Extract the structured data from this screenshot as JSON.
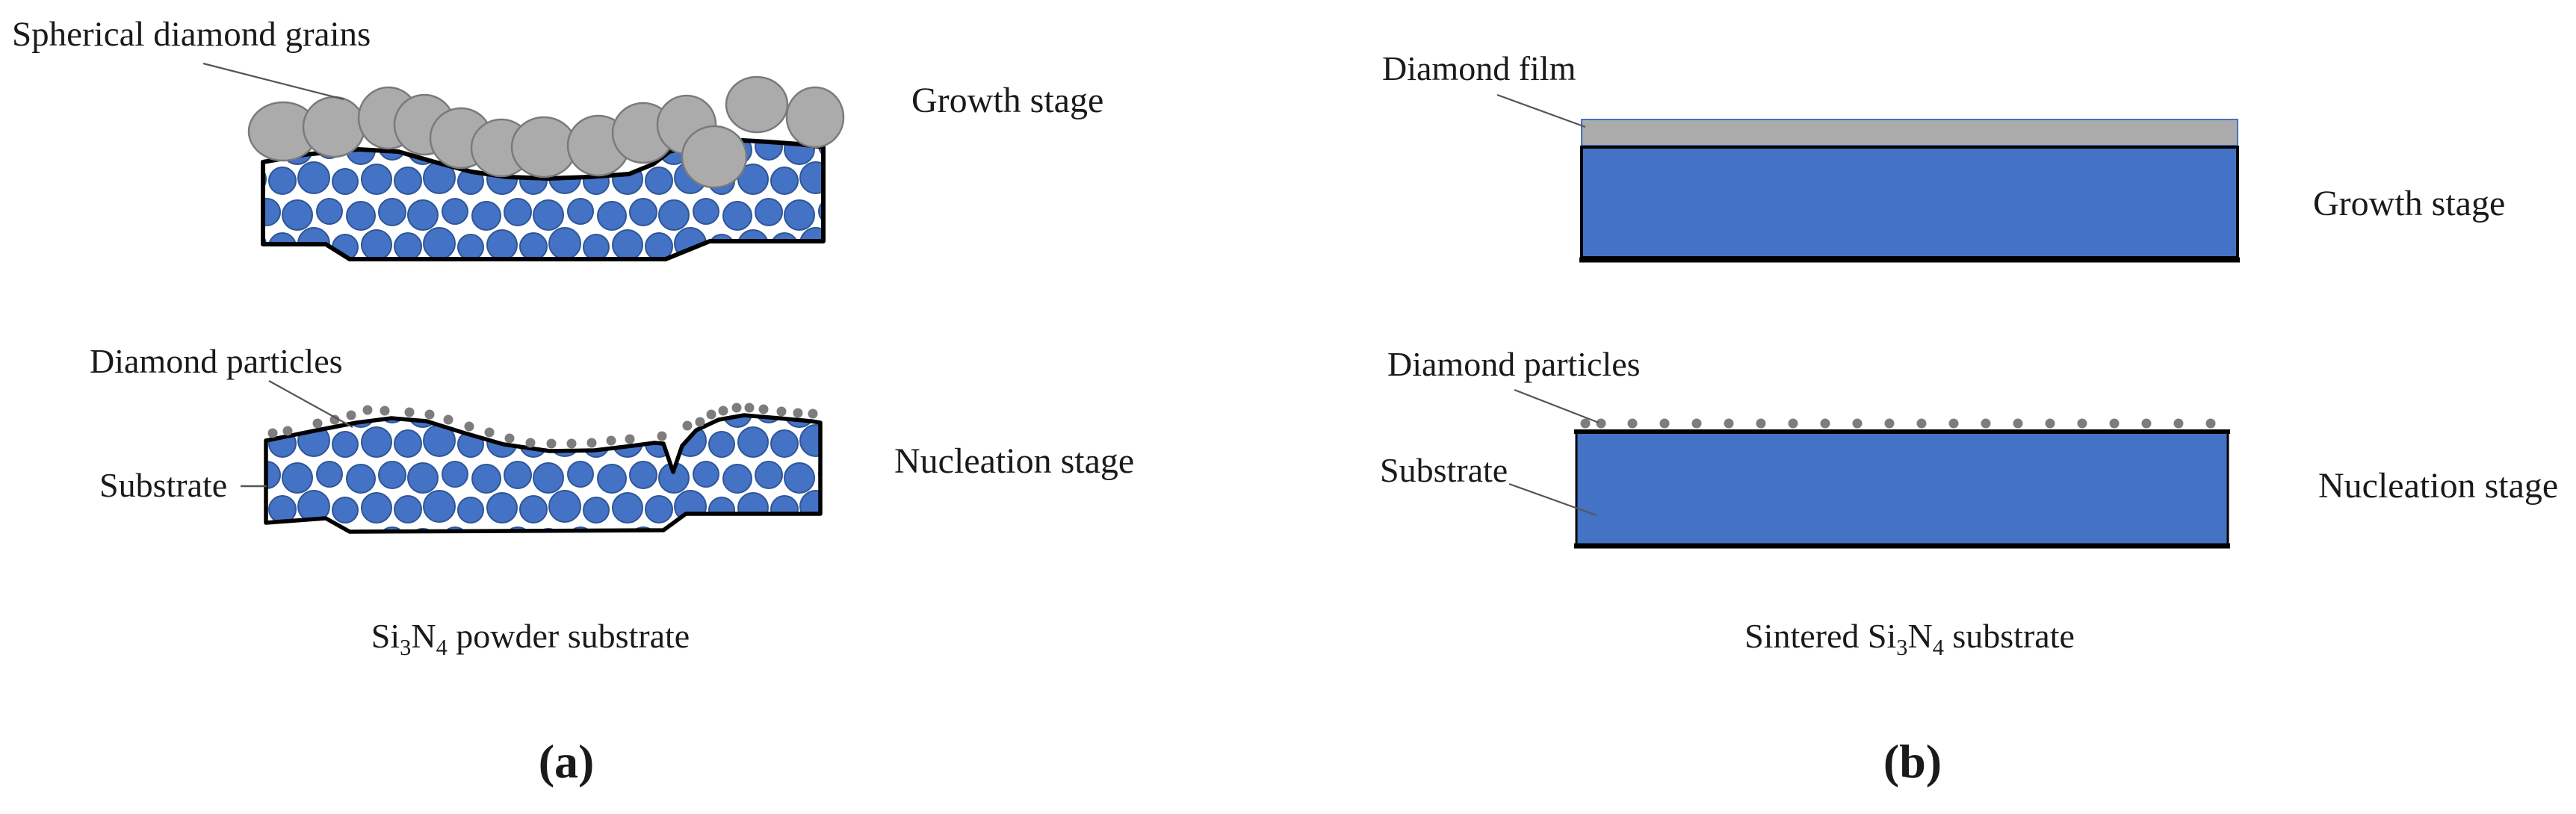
{
  "colors": {
    "particle_blue": "#4472C4",
    "particle_blue_stroke": "#2E5597",
    "grain_gray": "#ABABAB",
    "grain_gray_stroke": "#7A7A7A",
    "dot_gray": "#7D7D7D",
    "outline_black": "#000000",
    "leader_line_gray": "#555555",
    "text_color": "#1A1A1A",
    "background": "#FFFFFF"
  },
  "panel_a": {
    "label": "(a)",
    "growth": {
      "stage_label": "Growth stage",
      "grains_label": "Spherical diamond grains"
    },
    "nucleation": {
      "stage_label": "Nucleation stage",
      "particles_label": "Diamond particles",
      "substrate_label": "Substrate"
    },
    "caption": {
      "pre": "Si",
      "sub3": "3",
      "n": "N",
      "sub4": "4",
      "post": " powder substrate"
    }
  },
  "panel_b": {
    "label": "(b)",
    "growth": {
      "stage_label": "Growth stage",
      "film_label": "Diamond film"
    },
    "nucleation": {
      "stage_label": "Nucleation stage",
      "particles_label": "Diamond particles",
      "substrate_label": "Substrate"
    },
    "caption": {
      "pre": "Sintered Si",
      "sub3": "3",
      "n": "N",
      "sub4": "4",
      "post": " substrate"
    }
  }
}
